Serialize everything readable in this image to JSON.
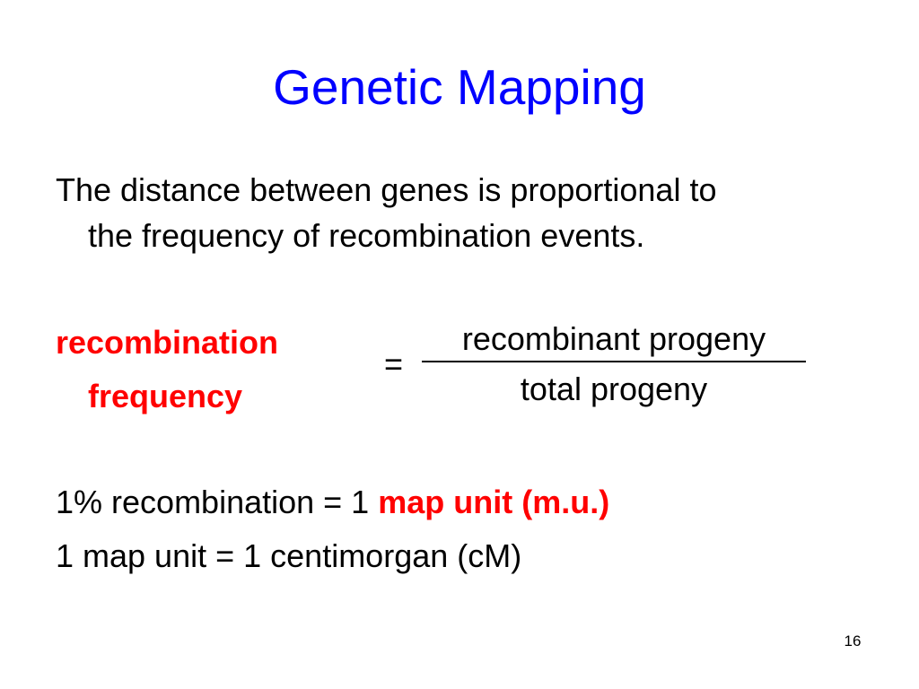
{
  "slide": {
    "title": "Genetic Mapping",
    "statement": {
      "line1": "The distance between genes is proportional to",
      "line2": "the frequency of recombination events."
    },
    "formula": {
      "term_line1": "recombination",
      "term_line2": "frequency",
      "equals": "=",
      "numerator": "recombinant progeny",
      "denominator": "total progeny"
    },
    "map_unit_line": {
      "prefix": "1% recombination = 1 ",
      "highlight": "map unit (m.u.)"
    },
    "centimorgan_line": "1 map unit = 1 centimorgan (cM)",
    "page_number": "16"
  },
  "colors": {
    "title": "#0000FF",
    "highlight": "#FF0000",
    "text": "#000000",
    "background": "#FFFFFF"
  }
}
